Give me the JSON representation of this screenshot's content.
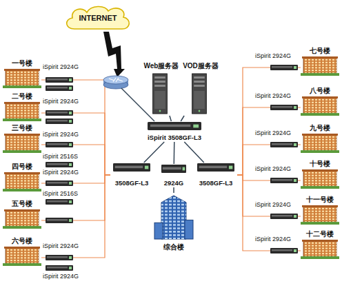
{
  "diagram": {
    "nodes": [
      {
        "text": [
          "INTERNET"
        ]
      },
      {
        "text": [
          "Web服务器"
        ]
      },
      {
        "text": [
          "VOD服务器"
        ]
      },
      {
        "text": [
          "iSpirit 3508GF-L3"
        ]
      },
      {
        "text": [
          "3508GF-L3"
        ]
      },
      {
        "text": [
          "2924G"
        ]
      },
      {
        "text": [
          "3508GF-L3"
        ]
      },
      {
        "text": [
          "综合楼"
        ]
      },
      {
        "text": [
          "一号楼"
        ]
      },
      {
        "text": [
          "二号楼"
        ]
      },
      {
        "text": [
          "三号楼"
        ]
      },
      {
        "text": [
          "四号楼"
        ]
      },
      {
        "text": [
          "五号楼"
        ]
      },
      {
        "text": [
          "六号楼"
        ]
      },
      {
        "text": [
          "七号楼"
        ]
      },
      {
        "text": [
          "八号楼"
        ]
      },
      {
        "text": [
          "九号楼"
        ]
      },
      {
        "text": [
          "十号楼"
        ]
      },
      {
        "text": [
          "十一号楼"
        ]
      },
      {
        "text": [
          "十二号楼"
        ]
      }
    ],
    "edges": [
      {
        "from": 1,
        "to": 3,
        "arrow": "none"
      },
      {
        "from": 2,
        "to": 3,
        "arrow": "none"
      },
      {
        "from": 3,
        "to": 4,
        "arrow": "none"
      },
      {
        "from": 3,
        "to": 5,
        "arrow": "none"
      },
      {
        "from": 3,
        "to": 6,
        "arrow": "none"
      },
      {
        "from": 5,
        "to": 7,
        "arrow": "none"
      },
      {
        "from": 4,
        "to": 8,
        "arrow": "none"
      },
      {
        "from": 4,
        "to": 9,
        "arrow": "none"
      },
      {
        "from": 4,
        "to": 10,
        "arrow": "none"
      },
      {
        "from": 4,
        "to": 11,
        "arrow": "none"
      },
      {
        "from": 4,
        "to": 12,
        "arrow": "none"
      },
      {
        "from": 4,
        "to": 13,
        "arrow": "none"
      },
      {
        "from": 6,
        "to": 14,
        "arrow": "none"
      },
      {
        "from": 6,
        "to": 15,
        "arrow": "none"
      },
      {
        "from": 6,
        "to": 16,
        "arrow": "none"
      },
      {
        "from": 6,
        "to": 17,
        "arrow": "none"
      },
      {
        "from": 6,
        "to": 18,
        "arrow": "none"
      },
      {
        "from": 6,
        "to": 19,
        "arrow": "none"
      }
    ],
    "labels": [
      "iSpirit 2924G",
      "iSpirit 2924G",
      "iSpirit 2924G",
      "iSpirit 2516S",
      "iSpirit 2924G",
      "iSpirit 2516S",
      "iSpirit 2924G",
      "iSpirit 2924G",
      "iSpirit 2924G",
      "iSpirit 2924G",
      "iSpirit 2924G",
      "iSpirit 2924G",
      "iSpirit 2924G",
      "iSpirit 2924G"
    ]
  }
}
